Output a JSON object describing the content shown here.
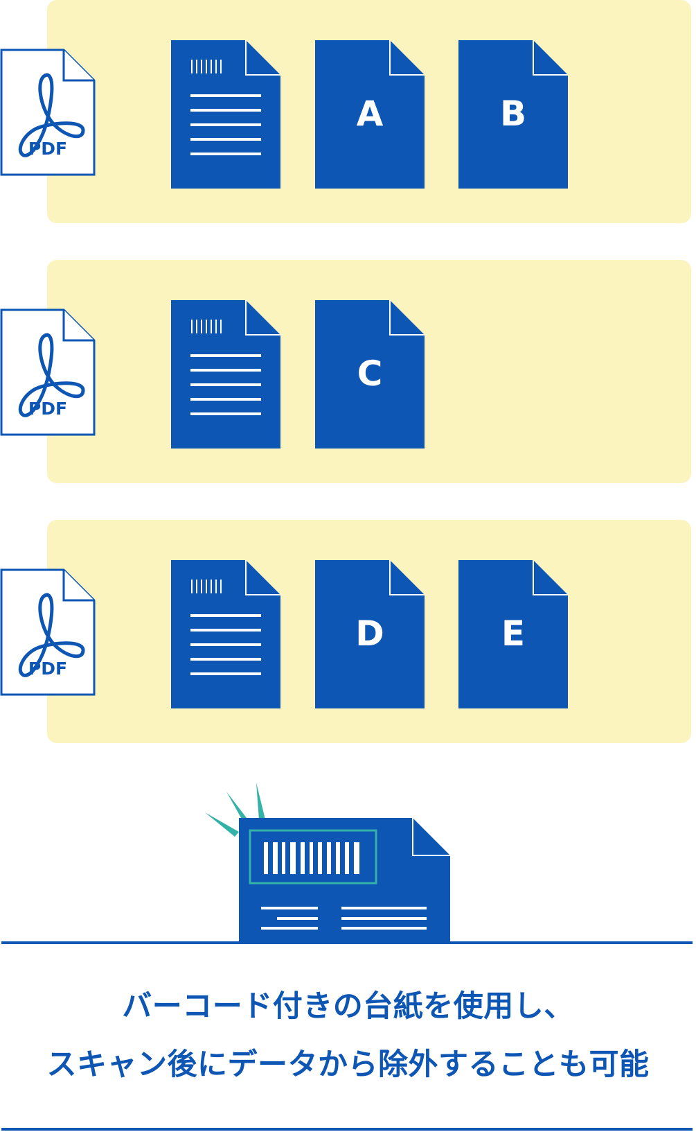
{
  "pdf_label": "PDF",
  "groups": [
    {
      "letters": [
        "A",
        "B"
      ]
    },
    {
      "letters": [
        "C"
      ]
    },
    {
      "letters": [
        "D",
        "E"
      ]
    }
  ],
  "caption": {
    "line1": "バーコード付きの台紙を使用し、",
    "line2": "スキャン後にデータから除外することも可能"
  },
  "colors": {
    "primary_blue": "#0e56b3",
    "group_background": "#fcf4bf",
    "accent_teal": "#35b2a8"
  }
}
